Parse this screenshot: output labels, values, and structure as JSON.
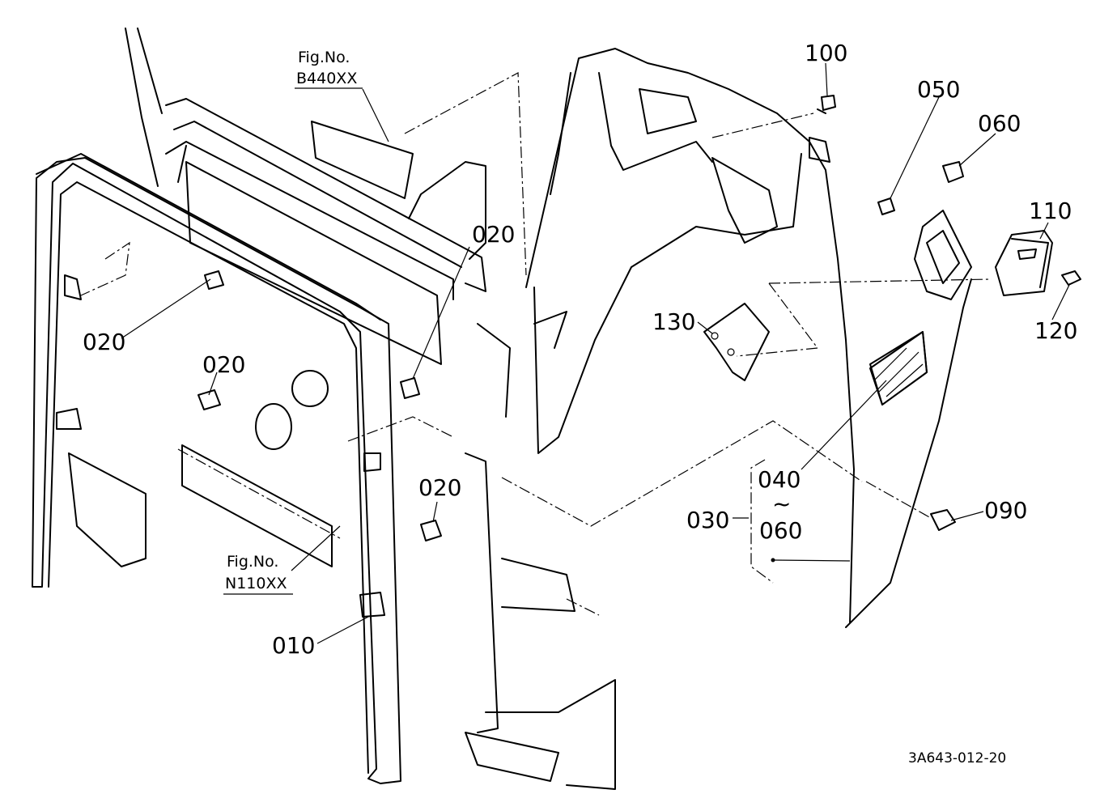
{
  "figure_refs": {
    "top": {
      "line1": "Fig.No.",
      "line2": "B440XX"
    },
    "bottom": {
      "line1": "Fig.No.",
      "line2": "N110XX"
    }
  },
  "callouts": {
    "p010": "010",
    "p020_a": "020",
    "p020_b": "020",
    "p020_c": "020",
    "p020_d": "020",
    "p030": "030",
    "p040": "040",
    "range_sep": "~",
    "p060_range": "060",
    "p050": "050",
    "p060": "060",
    "p090": "090",
    "p100": "100",
    "p110": "110",
    "p120": "120",
    "p130": "130"
  },
  "drawing_code": "3A643-012-20"
}
